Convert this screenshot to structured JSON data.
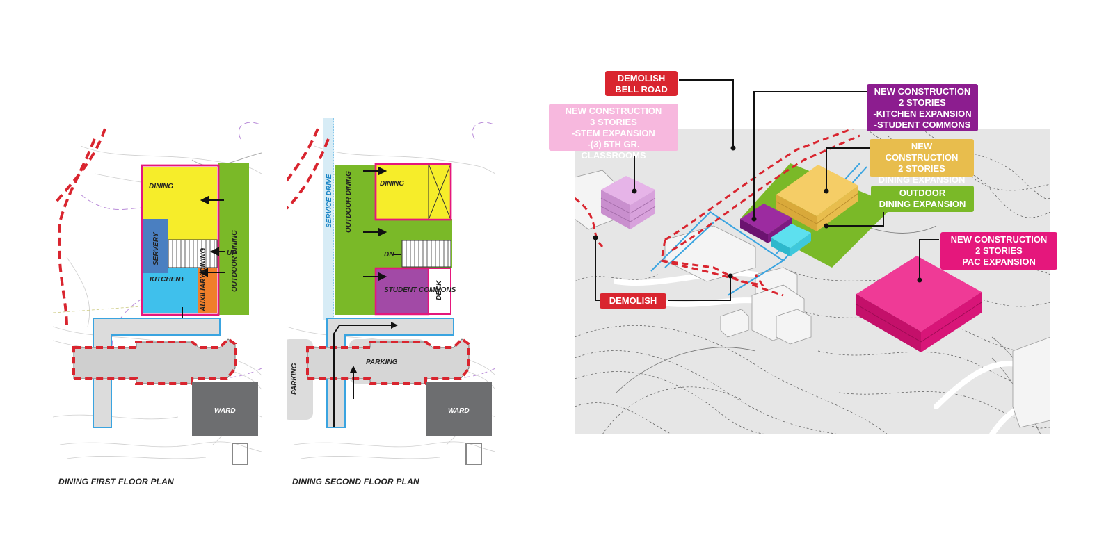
{
  "plan1": {
    "caption": "DINING FIRST FLOOR PLAN",
    "labels": {
      "dining": "DINING",
      "outdoor_dining": "OUTDOOR DINING",
      "servery": "SERVERY",
      "up": "UP",
      "kitchen": "KITCHEN+",
      "auxiliary_dining": "AUXILIARY DINING",
      "ward": "WARD"
    }
  },
  "plan2": {
    "caption": "DINING SECOND FLOOR PLAN",
    "labels": {
      "service_drive": "SERVICE DRIVE",
      "outdoor_dining": "OUTDOOR DINING",
      "dining": "DINING",
      "dn": "DN",
      "student_commons": "STUDENT COMMONS",
      "deck": "DECK",
      "parking_left": "PARKING",
      "parking": "PARKING",
      "ward": "WARD"
    }
  },
  "axon": {
    "callouts": {
      "demolish_bell_road": [
        "DEMOLISH",
        "BELL ROAD"
      ],
      "stem": [
        "NEW CONSTRUCTION",
        "3 STORIES",
        "-STEM EXPANSION",
        "-(3) 5TH GR. CLASSROOMS"
      ],
      "kitchen": [
        "NEW CONSTRUCTION",
        "2 STORIES",
        "-KITCHEN EXPANSION",
        "-STUDENT COMMONS"
      ],
      "dining": [
        "NEW CONSTRUCTION",
        "2 STORIES",
        "DINING EXPANSION"
      ],
      "outdoor": [
        "OUTDOOR",
        "DINING EXPANSION"
      ],
      "pac": [
        "NEW CONSTRUCTION",
        "2 STORIES",
        "PAC EXPANSION"
      ],
      "demolish": [
        "DEMOLISH"
      ]
    }
  },
  "colors": {
    "red": "#d9252f",
    "pink_light": "#f7b8de",
    "purple": "#8c1d8f",
    "gold": "#e8bd4d",
    "green": "#7ab928",
    "magenta": "#e5177c",
    "yellow": "#f6ed2a",
    "cyan": "#3fc0ec",
    "blue": "#3aa4e0"
  }
}
